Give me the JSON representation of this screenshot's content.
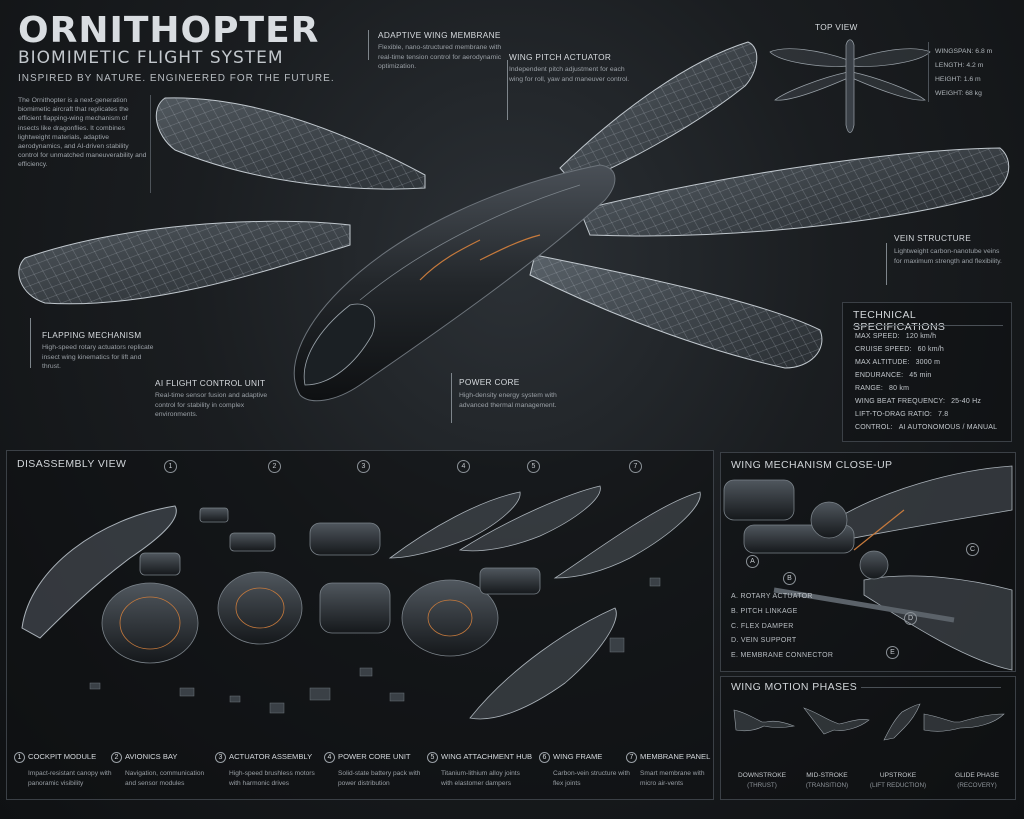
{
  "header": {
    "title": "ORNITHOPTER",
    "subtitle": "BIOMIMETIC FLIGHT SYSTEM",
    "tagline": "INSPIRED BY NATURE. ENGINEERED FOR THE FUTURE.",
    "intro": "The Ornithopter is a next-generation biomimetic aircraft that replicates the efficient flapping-wing mechanism of insects like dragonflies. It combines lightweight materials, adaptive aerodynamics, and AI-driven stability control for unmatched maneuverability and efficiency."
  },
  "callouts": {
    "membrane": {
      "label": "ADAPTIVE WING MEMBRANE",
      "desc": "Flexible, nano-structured membrane with real-time tension control for aerodynamic optimization."
    },
    "pitch": {
      "label": "WING PITCH ACTUATOR",
      "desc": "Independent pitch adjustment for each wing for roll, yaw and maneuver control."
    },
    "vein": {
      "label": "VEIN STRUCTURE",
      "desc": "Lightweight carbon-nanotube veins for maximum strength and flexibility."
    },
    "flapping": {
      "label": "FLAPPING MECHANISM",
      "desc": "High-speed rotary actuators replicate insect wing kinematics for lift and thrust."
    },
    "ai": {
      "label": "AI FLIGHT CONTROL UNIT",
      "desc": "Real-time sensor fusion and adaptive control for stability in complex environments."
    },
    "power": {
      "label": "POWER CORE",
      "desc": "High-density energy system with advanced thermal management."
    }
  },
  "top_view": {
    "label": "TOP VIEW",
    "specs": [
      {
        "label": "WINGSPAN:",
        "value": "6.8 m"
      },
      {
        "label": "LENGTH:",
        "value": "4.2 m"
      },
      {
        "label": "HEIGHT:",
        "value": "1.6 m"
      },
      {
        "label": "WEIGHT:",
        "value": "68 kg"
      }
    ]
  },
  "tech_specs": {
    "title": "TECHNICAL SPECIFICATIONS",
    "rows": [
      {
        "label": "MAX SPEED:",
        "value": "120 km/h"
      },
      {
        "label": "CRUISE SPEED:",
        "value": "60 km/h"
      },
      {
        "label": "MAX ALTITUDE:",
        "value": "3000 m"
      },
      {
        "label": "ENDURANCE:",
        "value": "45 min"
      },
      {
        "label": "RANGE:",
        "value": "80 km"
      },
      {
        "label": "WING BEAT FREQUENCY:",
        "value": "25-40 Hz"
      },
      {
        "label": "LIFT-TO-DRAG RATIO:",
        "value": "7.8"
      },
      {
        "label": "CONTROL:",
        "value": "AI AUTONOMOUS / MANUAL"
      }
    ]
  },
  "disassembly": {
    "title": "DISASSEMBLY VIEW",
    "markers": [
      "1",
      "2",
      "3",
      "4",
      "5",
      "7"
    ],
    "parts": [
      {
        "n": "1",
        "name": "COCKPIT MODULE",
        "desc": "Impact-resistant canopy with panoramic visibility"
      },
      {
        "n": "2",
        "name": "AVIONICS BAY",
        "desc": "Navigation, communication and sensor modules"
      },
      {
        "n": "3",
        "name": "ACTUATOR ASSEMBLY",
        "desc": "High-speed brushless motors with harmonic drives"
      },
      {
        "n": "4",
        "name": "POWER CORE UNIT",
        "desc": "Solid-state battery pack with power distribution"
      },
      {
        "n": "5",
        "name": "WING ATTACHMENT HUB",
        "desc": "Titanium-lithium alloy joints with elastomer dampers"
      },
      {
        "n": "6",
        "name": "WING FRAME",
        "desc": "Carbon-vein structure with flex joints"
      },
      {
        "n": "7",
        "name": "MEMBRANE PANEL",
        "desc": "Smart membrane with micro air-vents"
      }
    ]
  },
  "mechanism": {
    "title": "WING MECHANISM CLOSE-UP",
    "items": [
      "A. ROTARY ACTUATOR",
      "B. PITCH LINKAGE",
      "C. FLEX DAMPER",
      "D. VEIN SUPPORT",
      "E. MEMBRANE CONNECTOR"
    ],
    "markers": [
      "A",
      "B",
      "C",
      "D",
      "E"
    ]
  },
  "phases": {
    "title": "WING MOTION PHASES",
    "items": [
      {
        "name": "DOWNSTROKE",
        "sub": "(THRUST)"
      },
      {
        "name": "MID-STROKE",
        "sub": "(TRANSITION)"
      },
      {
        "name": "UPSTROKE",
        "sub": "(LIFT REDUCTION)"
      },
      {
        "name": "GLIDE PHASE",
        "sub": "(RECOVERY)"
      }
    ]
  },
  "colors": {
    "membrane": "#8f9aa3",
    "body": "#2a2e33",
    "accent": "#c77a3c",
    "panel_border": "#3b4046"
  }
}
